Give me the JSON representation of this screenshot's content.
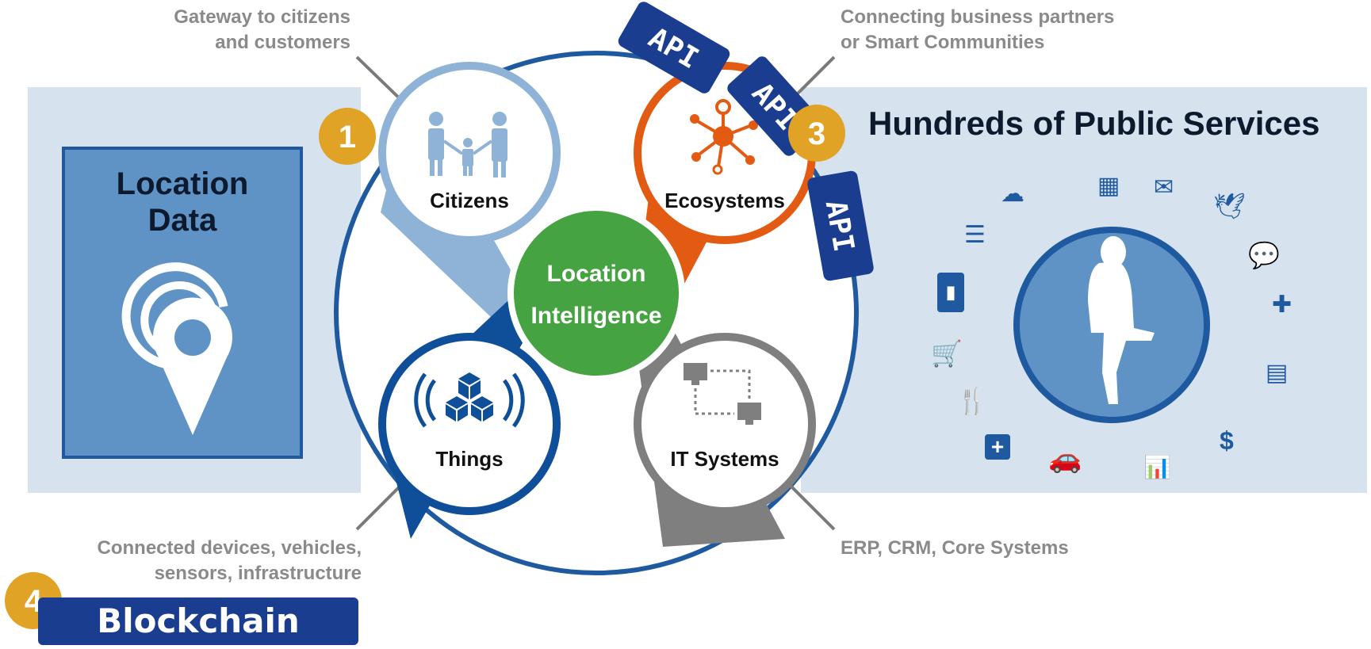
{
  "left_panel": {
    "title_line1": "Location",
    "title_line2": "Data"
  },
  "callouts": {
    "citizens_line1": "Gateway to citizens",
    "citizens_line2": "and customers",
    "partners_line1": "Connecting business partners",
    "partners_line2": "or Smart Communities",
    "things_line1": "Connected devices, vehicles,",
    "things_line2": "sensors, infrastructure",
    "systems_line1": "ERP, CRM, Core Systems"
  },
  "sections": {
    "citizens": "Citizens",
    "ecosystems": "Ecosystems",
    "things": "Things",
    "it_systems": "IT Systems"
  },
  "center": {
    "line1": "Location",
    "line2": "Intelligence"
  },
  "api_labels": [
    "API",
    "API",
    "API"
  ],
  "badges": {
    "one": "1",
    "three": "3",
    "four": "4"
  },
  "right_panel": {
    "title": "Hundreds of Public Services"
  },
  "footer": {
    "blockchain": "Blockchain"
  },
  "service_icons": [
    "cloud-icon",
    "calendar-icon",
    "email-icon",
    "bird-icon",
    "database-icon",
    "chat-icon",
    "bus-icon",
    "gift-icon",
    "cart-icon",
    "building-icon",
    "restaurant-icon",
    "medical-icon",
    "car-icon",
    "bar-chart-icon",
    "finance-icon",
    "person-silhouette-icon"
  ],
  "colors": {
    "citizens": "#8fb3d6",
    "ecosystems": "#e35b12",
    "things": "#0f4f9a",
    "it_systems": "#7f7f7f",
    "center": "#46a341",
    "badge": "#e0a325",
    "api": "#1a3d8f",
    "band": "#d6e2ee"
  }
}
